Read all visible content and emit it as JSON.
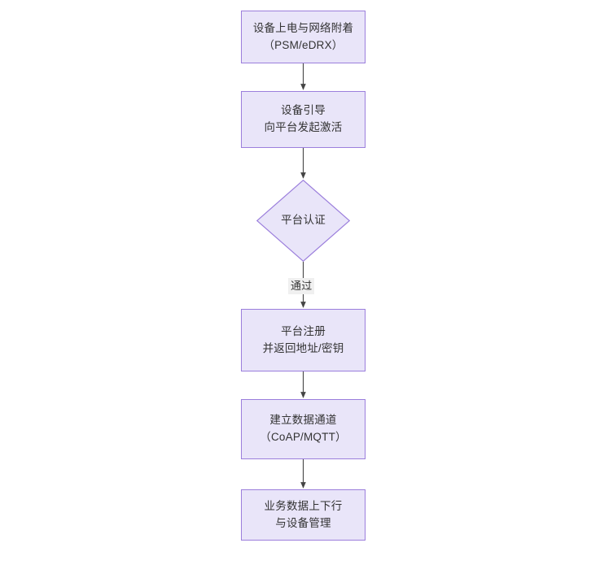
{
  "diagram": {
    "type": "flowchart",
    "orientation": "top-to-bottom",
    "background": "#ffffff",
    "node_fill": "#e9e5f9",
    "node_border": "#9b7edc",
    "text_color": "#333333",
    "edge_color": "#444444",
    "nodes": [
      {
        "id": "power-on",
        "shape": "rectangle",
        "lines": [
          "设备上电与网络附着",
          "（PSM/eDRX）"
        ]
      },
      {
        "id": "bootstrap",
        "shape": "rectangle",
        "lines": [
          "设备引导",
          "向平台发起激活"
        ]
      },
      {
        "id": "platform-auth",
        "shape": "diamond",
        "lines": [
          "平台认证"
        ]
      },
      {
        "id": "platform-register",
        "shape": "rectangle",
        "lines": [
          "平台注册",
          "并返回地址/密钥"
        ]
      },
      {
        "id": "data-channel",
        "shape": "rectangle",
        "lines": [
          "建立数据通道",
          "（CoAP/MQTT）"
        ]
      },
      {
        "id": "business-data",
        "shape": "rectangle",
        "lines": [
          "业务数据上下行",
          "与设备管理"
        ]
      }
    ],
    "edges": [
      {
        "from": "power-on",
        "to": "bootstrap",
        "label": ""
      },
      {
        "from": "bootstrap",
        "to": "platform-auth",
        "label": ""
      },
      {
        "from": "platform-auth",
        "to": "platform-register",
        "label": "通过"
      },
      {
        "from": "platform-register",
        "to": "data-channel",
        "label": ""
      },
      {
        "from": "data-channel",
        "to": "business-data",
        "label": ""
      }
    ]
  }
}
